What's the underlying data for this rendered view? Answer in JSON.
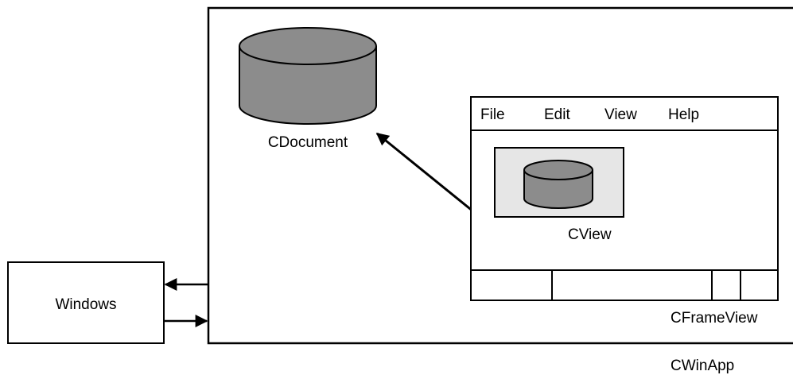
{
  "windows_box": {
    "label": "Windows"
  },
  "app_box": {
    "label": "CWinApp"
  },
  "document": {
    "label": "CDocument"
  },
  "frame": {
    "label": "CFrameView",
    "menu": [
      "File",
      "Edit",
      "View",
      "Help"
    ]
  },
  "view": {
    "label": "CView"
  },
  "colors": {
    "stroke": "#000000",
    "cylinder_fill": "#8c8c8c",
    "view_panel_fill": "#e6e6e6",
    "background": "#ffffff"
  }
}
